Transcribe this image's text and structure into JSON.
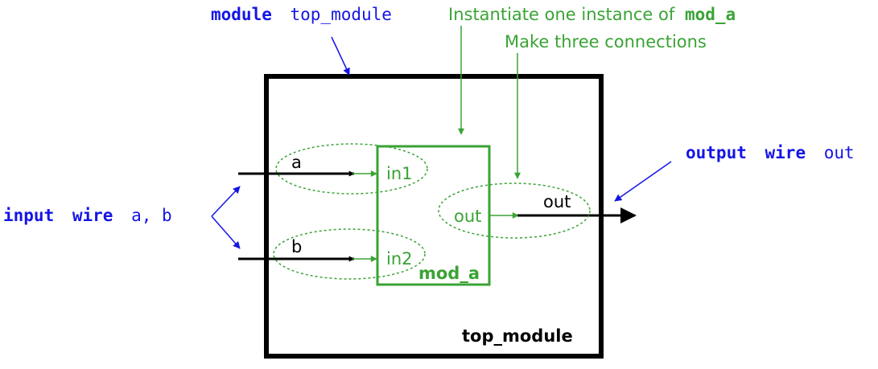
{
  "labels": {
    "module_keyword": "module",
    "module_name": "top_module",
    "instantiate_text": "Instantiate one instance of",
    "instantiate_module": "mod_a",
    "connections_text": "Make three connections",
    "input_keyword": "input",
    "input_wire_keyword": "wire",
    "input_names": "a, b",
    "output_keyword": "output",
    "output_wire_keyword": "wire",
    "output_name": "out",
    "wire_a": "a",
    "wire_b": "b",
    "wire_out": "out",
    "port_in1": "in1",
    "port_in2": "in2",
    "port_out": "out",
    "inner_module_name": "mod_a",
    "outer_module_name": "top_module"
  },
  "colors": {
    "blue": "#1515e6",
    "green": "#3aa335",
    "black": "#000000"
  }
}
